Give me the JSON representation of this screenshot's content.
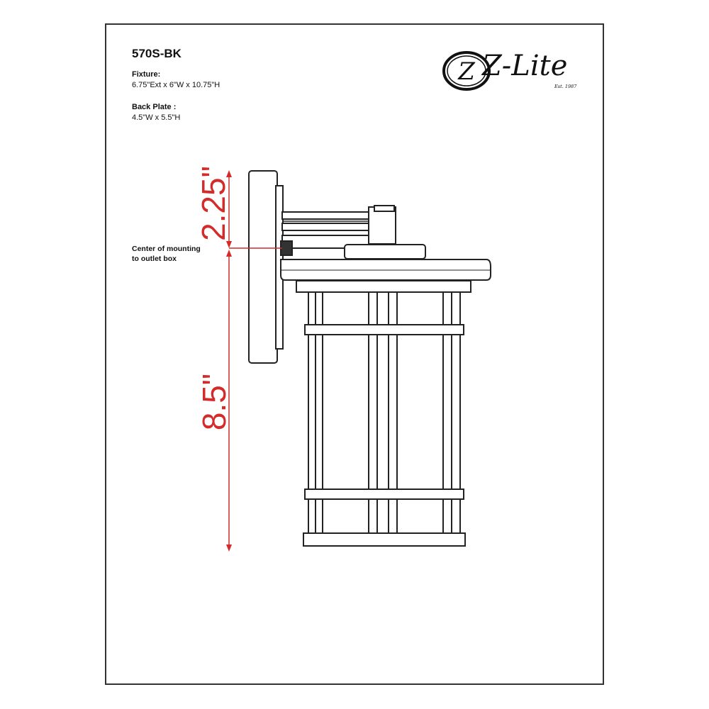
{
  "sheet": {
    "model": "570S-BK",
    "fixture_label": "Fixture:",
    "fixture_value": "6.75\"Ext x 6\"W x 10.75\"H",
    "backplate_label": "Back Plate :",
    "backplate_value": "4.5\"W x 5.5\"H"
  },
  "logo": {
    "text": "Z-Lite",
    "mark": "Z",
    "est": "Est. 1987"
  },
  "callout": {
    "line1": "Center of mounting",
    "line2": "to outlet box"
  },
  "dimensions": {
    "top": "2.25\"",
    "bottom": "8.5\""
  },
  "colors": {
    "dimension": "#d42a2a",
    "line": "#222222"
  }
}
